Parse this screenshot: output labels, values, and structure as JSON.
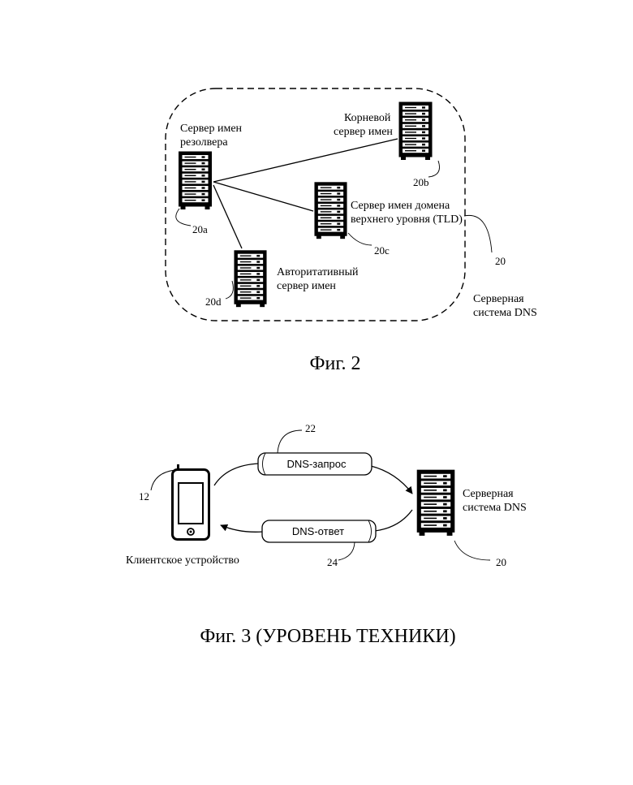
{
  "fig2": {
    "resolver": {
      "label": [
        "Сервер имен",
        "резолвера"
      ],
      "ref": "20a"
    },
    "root": {
      "label": [
        "Корневой",
        "сервер имен"
      ],
      "ref": "20b"
    },
    "tld": {
      "label": [
        "Сервер имен домена",
        "верхнего уровня (TLD)"
      ],
      "ref": "20c"
    },
    "authoritative": {
      "label": [
        "Авторитативный",
        "сервер имен"
      ],
      "ref": "20d"
    },
    "system": {
      "label": [
        "Серверная",
        "система DNS"
      ],
      "ref": "20"
    },
    "caption": "Фиг. 2"
  },
  "fig3": {
    "client": {
      "label": "Клиентское устройство",
      "ref": "12"
    },
    "request": {
      "label": "DNS-запрос",
      "ref": "22"
    },
    "response": {
      "label": "DNS-ответ",
      "ref": "24"
    },
    "system": {
      "label": [
        "Серверная",
        "система DNS"
      ],
      "ref": "20"
    },
    "caption": "Фиг. 3 (УРОВЕНЬ ТЕХНИКИ)"
  },
  "colors": {
    "ink": "#000000",
    "paper": "#ffffff"
  }
}
